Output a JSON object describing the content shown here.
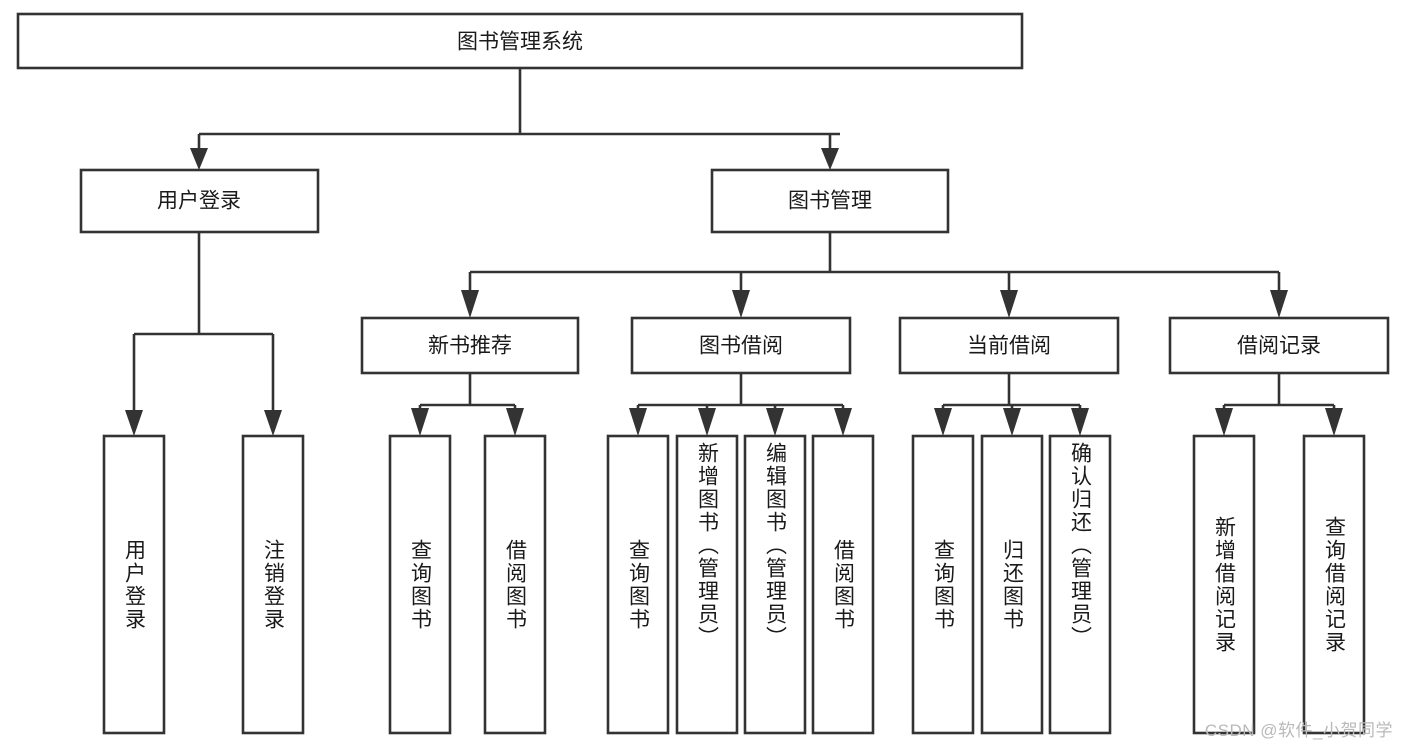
{
  "diagram": {
    "type": "hierarchy-tree",
    "title": "图书管理系统",
    "watermark": "CSDN @软件_小贺同学",
    "levels": [
      {
        "level": 1,
        "nodes": [
          {
            "id": "root",
            "label": "图书管理系统",
            "orientation": "horizontal"
          }
        ]
      },
      {
        "level": 2,
        "nodes": [
          {
            "id": "user-login",
            "label": "用户登录",
            "orientation": "horizontal",
            "parent": "root"
          },
          {
            "id": "book-manage",
            "label": "图书管理",
            "orientation": "horizontal",
            "parent": "root"
          }
        ]
      },
      {
        "level": 3,
        "nodes": [
          {
            "id": "new-book-recommend",
            "label": "新书推荐",
            "orientation": "horizontal",
            "parent": "book-manage"
          },
          {
            "id": "book-borrow",
            "label": "图书借阅",
            "orientation": "horizontal",
            "parent": "book-manage"
          },
          {
            "id": "current-borrow",
            "label": "当前借阅",
            "orientation": "horizontal",
            "parent": "book-manage"
          },
          {
            "id": "borrow-record",
            "label": "借阅记录",
            "orientation": "horizontal",
            "parent": "book-manage"
          }
        ]
      },
      {
        "level": 4,
        "nodes": [
          {
            "id": "leaf-user-login",
            "label": "用户登录",
            "orientation": "vertical",
            "parent": "user-login"
          },
          {
            "id": "leaf-user-logout",
            "label": "注销登录",
            "orientation": "vertical",
            "parent": "user-login"
          },
          {
            "id": "leaf-query-book-1",
            "label": "查询图书",
            "orientation": "vertical",
            "parent": "new-book-recommend"
          },
          {
            "id": "leaf-borrow-book-1",
            "label": "借阅图书",
            "orientation": "vertical",
            "parent": "new-book-recommend"
          },
          {
            "id": "leaf-query-book-2",
            "label": "查询图书",
            "orientation": "vertical",
            "parent": "book-borrow"
          },
          {
            "id": "leaf-add-book",
            "label": "新增图书（管理员）",
            "orientation": "vertical",
            "parent": "book-borrow"
          },
          {
            "id": "leaf-edit-book",
            "label": "编辑图书（管理员）",
            "orientation": "vertical",
            "parent": "book-borrow"
          },
          {
            "id": "leaf-borrow-book-2",
            "label": "借阅图书",
            "orientation": "vertical",
            "parent": "book-borrow"
          },
          {
            "id": "leaf-query-book-3",
            "label": "查询图书",
            "orientation": "vertical",
            "parent": "current-borrow"
          },
          {
            "id": "leaf-return-book",
            "label": "归还图书",
            "orientation": "vertical",
            "parent": "current-borrow"
          },
          {
            "id": "leaf-confirm-return",
            "label": "确认归还（管理员）",
            "orientation": "vertical",
            "parent": "current-borrow"
          },
          {
            "id": "leaf-add-record",
            "label": "新增借阅记录",
            "orientation": "vertical",
            "parent": "borrow-record"
          },
          {
            "id": "leaf-query-record",
            "label": "查询借阅记录",
            "orientation": "vertical",
            "parent": "borrow-record"
          }
        ]
      }
    ],
    "colors": {
      "box_stroke": "#333333",
      "box_fill": "#ffffff",
      "text": "#1a1a1a",
      "connector": "#333333",
      "watermark": "#b9b9b9",
      "background": "#ffffff"
    }
  }
}
